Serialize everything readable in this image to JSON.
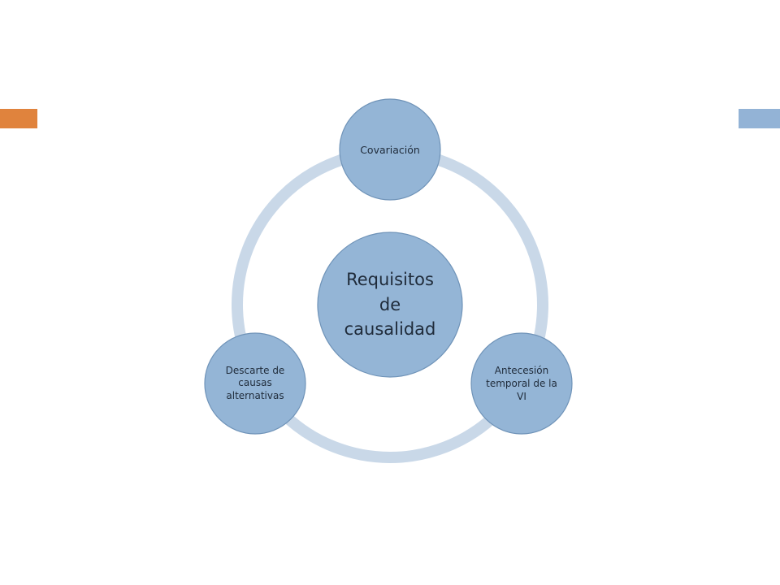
{
  "colors": {
    "accent_left": "#e0833d",
    "accent_right": "#93b3d6",
    "ring": "#c9d8e8",
    "node_fill": "#94b5d6",
    "node_stroke": "#6f93b8",
    "text": "#1f2b3a"
  },
  "diagram": {
    "type": "cycle",
    "center": {
      "line1": "Requisitos",
      "line2": "de",
      "line3": "causalidad"
    },
    "nodes": [
      {
        "label": "Covariación"
      },
      {
        "label": "Antecesión temporal de la VI"
      },
      {
        "label": "Descarte de causas alternativas"
      }
    ]
  }
}
